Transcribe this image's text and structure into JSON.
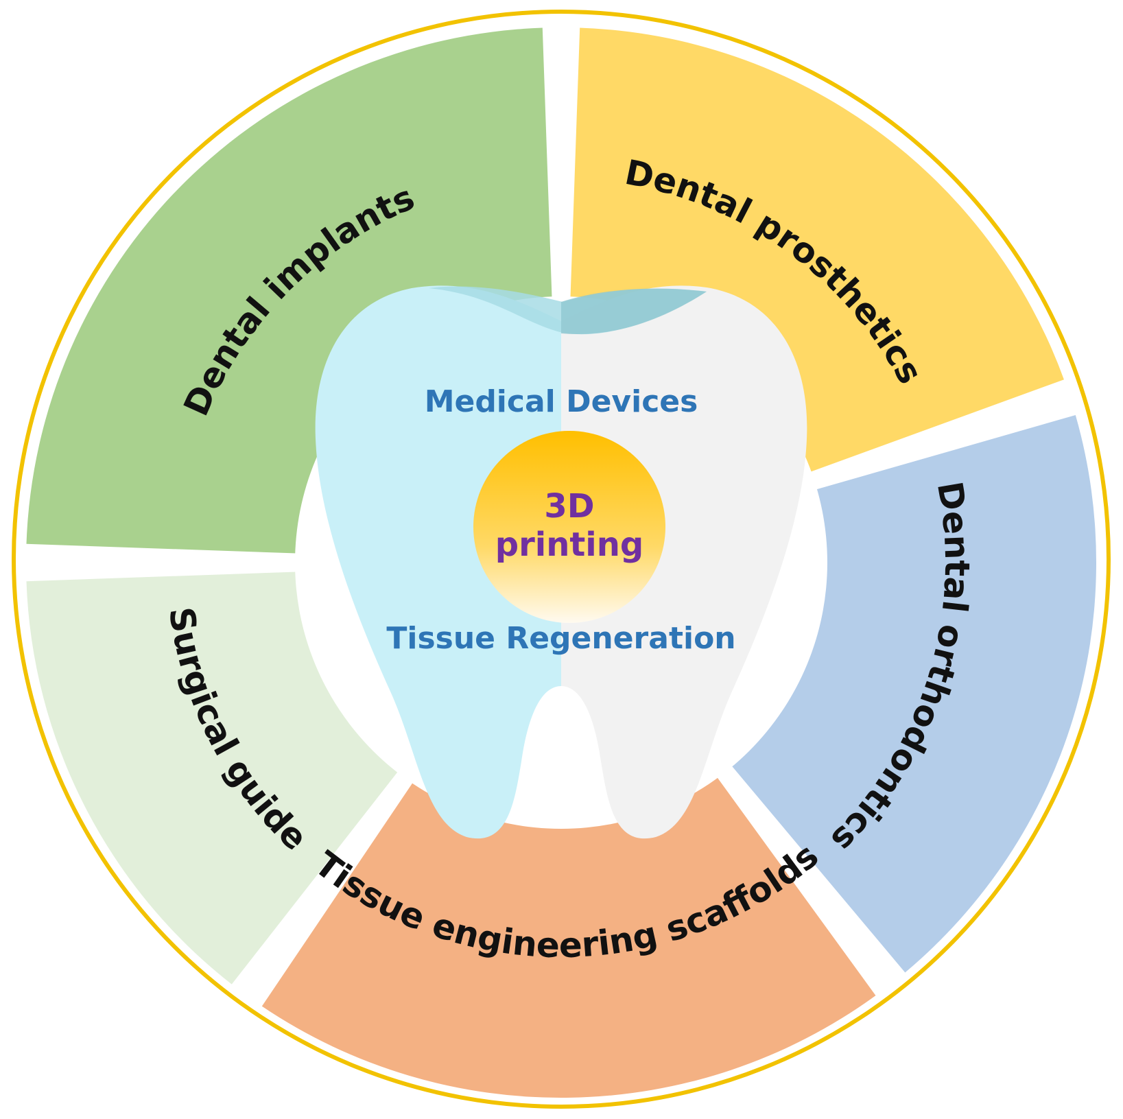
{
  "segments": [
    {
      "id": "dental-implants",
      "label": "Dental implants",
      "color": "#a9d18e"
    },
    {
      "id": "dental-prosthetics",
      "label": "Dental prosthetics",
      "color": "#ffd966"
    },
    {
      "id": "dental-orthodontics",
      "label": "Dental orthodontics",
      "color": "#b4cde9"
    },
    {
      "id": "tissue-engineering-scaffolds",
      "label": "Tissue engineering scaffolds",
      "color": "#f4b183"
    },
    {
      "id": "surgical-guide",
      "label": "Surgical guide",
      "color": "#e2efda"
    }
  ],
  "tooth": {
    "top_label": "Medical Devices",
    "bottom_label": "Tissue Regeneration",
    "left_color": "#c9f0f8",
    "right_color": "#f2f2f2"
  },
  "hub": {
    "line1": "3D",
    "line2": "printing"
  },
  "colors": {
    "outer_ring": "#f2c200",
    "label_blue": "#2e75b6",
    "hub_text": "#7030a0"
  }
}
